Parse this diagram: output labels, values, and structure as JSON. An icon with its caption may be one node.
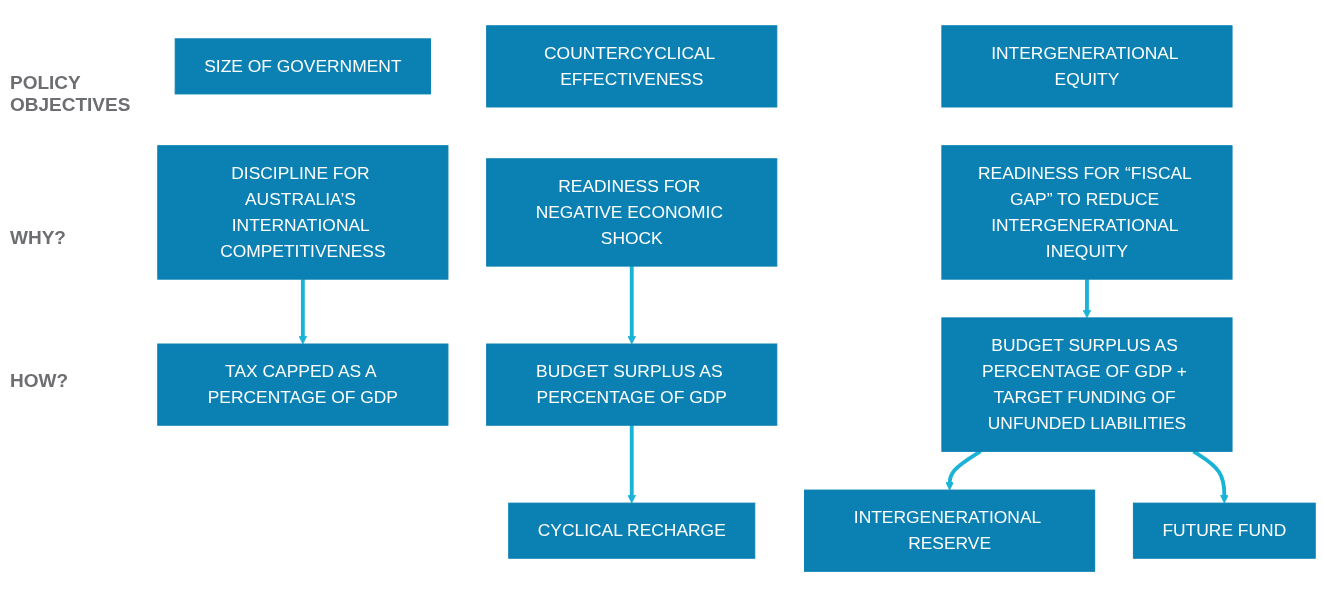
{
  "diagram": {
    "nodes": [
      {
        "text": [
          "SIZE OF GOVERNMENT"
        ]
      },
      {
        "text": [
          "COUNTERCYCLICAL EFFECTIVENESS"
        ]
      },
      {
        "text": [
          "INTERGENERATIONAL EQUITY"
        ]
      },
      {
        "text": [
          "DISCIPLINE FOR AUSTRALIA’S INTERNATIONAL COMPETITIVENESS"
        ]
      },
      {
        "text": [
          "READINESS FOR NEGATIVE ECONOMIC SHOCK"
        ]
      },
      {
        "text": [
          "READINESS FOR “FISCAL GAP” TO REDUCE INTERGENERATIONAL INEQUITY"
        ]
      },
      {
        "text": [
          "TAX CAPPED AS A PERCENTAGE OF GDP"
        ]
      },
      {
        "text": [
          "BUDGET SURPLUS AS PERCENTAGE OF GDP"
        ]
      },
      {
        "text": [
          "BUDGET SURPLUS AS PERCENTAGE OF GDP + TARGET FUNDING OF UNFUNDED LIABILITIES"
        ]
      },
      {
        "text": [
          "CYCLICAL RECHARGE"
        ]
      },
      {
        "text": [
          "INTERGENERATIONAL RESERVE"
        ]
      },
      {
        "text": [
          "FUTURE FUND"
        ]
      }
    ],
    "edges": [
      {
        "from": 3,
        "to": 6,
        "arrow": "to"
      },
      {
        "from": 4,
        "to": 7,
        "arrow": "to"
      },
      {
        "from": 5,
        "to": 8,
        "arrow": "to"
      },
      {
        "from": 7,
        "to": 9,
        "arrow": "to"
      },
      {
        "from": 8,
        "to": 10,
        "arrow": "to"
      },
      {
        "from": 8,
        "to": 11,
        "arrow": "to"
      }
    ],
    "labels": [
      "POLICY OBJECTIVES",
      "WHY?",
      "HOW?"
    ]
  }
}
